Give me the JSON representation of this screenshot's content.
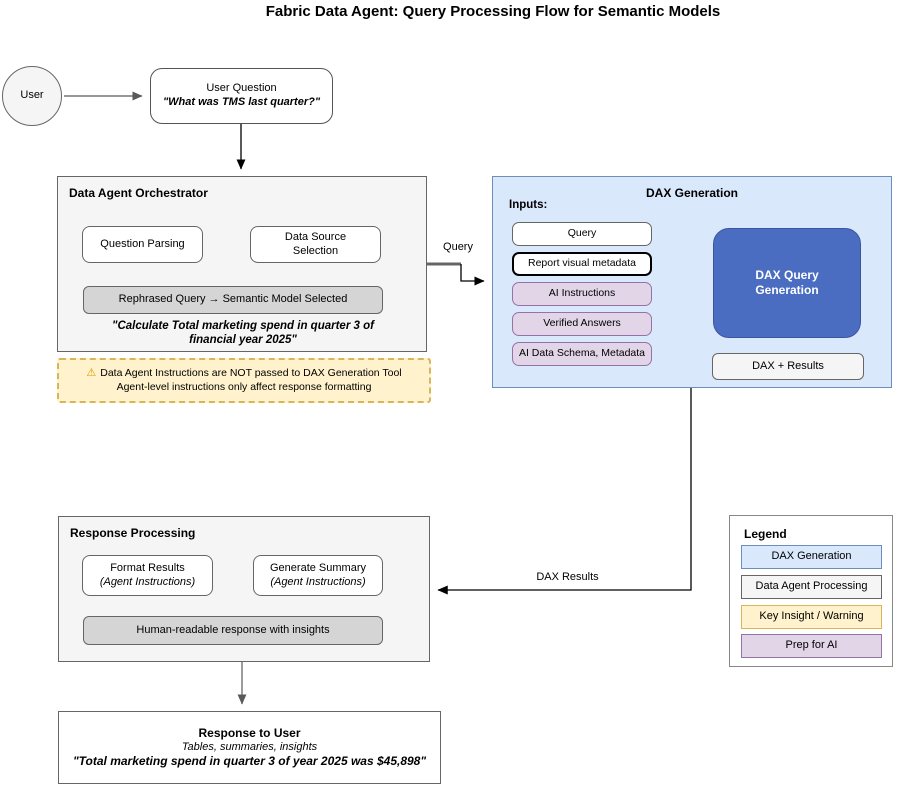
{
  "title": "Fabric Data Agent: Query Processing Flow for Semantic Models",
  "colors": {
    "dax_fill": "#dae8fc",
    "dax_border": "#6c8ebf",
    "agent_fill": "#f5f5f5",
    "agent_border": "#666666",
    "warning_fill": "#fff2cc",
    "warning_border": "#d6b656",
    "prep_fill": "#e1d5e7",
    "prep_border": "#9673a6",
    "core_fill": "#4a6dc2",
    "gray_bar_fill": "#d5d5d5"
  },
  "user": {
    "label": "User"
  },
  "user_question": {
    "title": "User Question",
    "quote": "\"What was TMS last quarter?\""
  },
  "orchestrator": {
    "title": "Data Agent Orchestrator",
    "question_parsing": "Question Parsing",
    "data_source_selection": "Data Source Selection",
    "rephrased_bar": "Rephrased Query → Semantic Model Selected",
    "quote_line1": "\"Calculate Total marketing spend in quarter 3 of",
    "quote_line2": "financial year 2025\""
  },
  "warning": {
    "icon": "⚠",
    "line1": "Data Agent Instructions are NOT passed to DAX Generation Tool",
    "line2": "Agent-level instructions only affect response formatting"
  },
  "dax_generation": {
    "title": "DAX Generation",
    "inputs_label": "Inputs:",
    "inputs": [
      {
        "label": "Query"
      },
      {
        "label": "Report visual metadata"
      },
      {
        "label": "AI Instructions"
      },
      {
        "label": "Verified Answers"
      },
      {
        "label": "AI Data Schema, Metadata"
      }
    ],
    "core_line1": "DAX Query",
    "core_line2": "Generation",
    "output": "DAX + Results"
  },
  "edges": {
    "query_label": "Query",
    "dax_results_label": "DAX Results"
  },
  "response_processing": {
    "title": "Response Processing",
    "format_results_title": "Format Results",
    "format_results_sub": "(Agent Instructions)",
    "generate_summary_title": "Generate Summary",
    "generate_summary_sub": "(Agent Instructions)",
    "bar": "Human-readable response with insights"
  },
  "response_to_user": {
    "title": "Response to User",
    "subtitle": "Tables, summaries, insights",
    "quote": "\"Total marketing spend in quarter 3 of year 2025 was $45,898\""
  },
  "legend": {
    "title": "Legend",
    "items": [
      {
        "label": "DAX Generation",
        "fill": "#dae8fc",
        "border": "#6c8ebf"
      },
      {
        "label": "Data Agent Processing",
        "fill": "#f5f5f5",
        "border": "#666666"
      },
      {
        "label": "Key Insight / Warning",
        "fill": "#fff2cc",
        "border": "#d6b656"
      },
      {
        "label": "Prep for AI",
        "fill": "#e1d5e7",
        "border": "#9673a6"
      }
    ]
  }
}
